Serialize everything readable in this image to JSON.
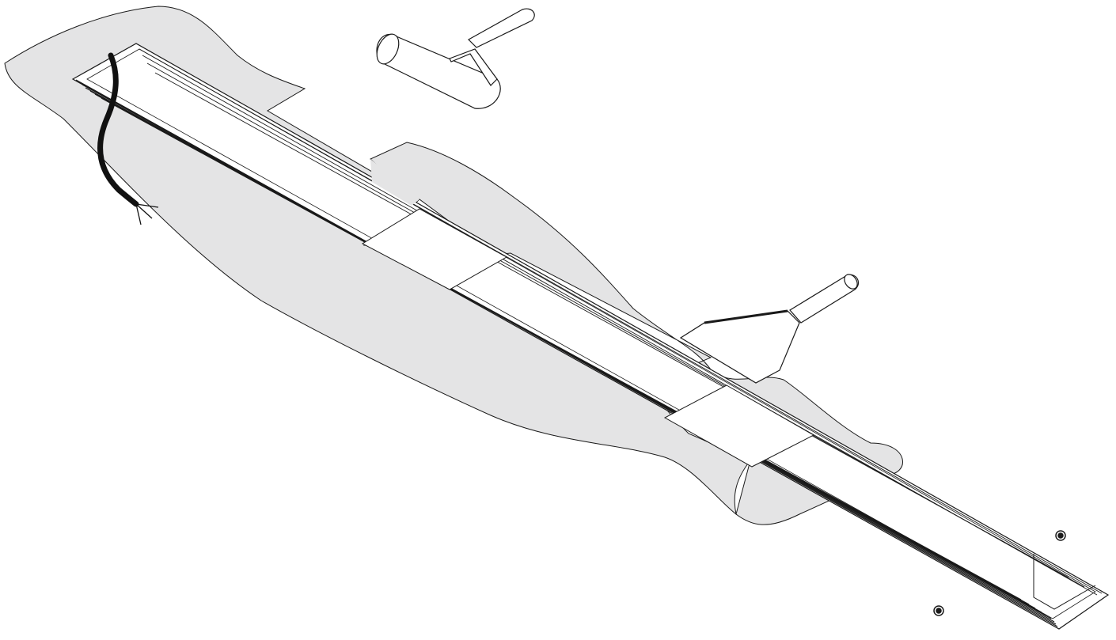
{
  "diagram": {
    "caption": "",
    "colors": {
      "plaster": "#e4e4e5",
      "outline": "#1a1a1a",
      "tape": "#ffffff",
      "cable": "#111111",
      "background": "#ffffff"
    },
    "components": [
      {
        "id": "plaster-wall",
        "label": ""
      },
      {
        "id": "aluminium-profile",
        "label": ""
      },
      {
        "id": "mesh-tape",
        "label": ""
      },
      {
        "id": "power-cable",
        "label": ""
      },
      {
        "id": "paint-roller",
        "label": ""
      },
      {
        "id": "putty-knife",
        "label": ""
      },
      {
        "id": "fixing-screw",
        "label": ""
      }
    ]
  }
}
